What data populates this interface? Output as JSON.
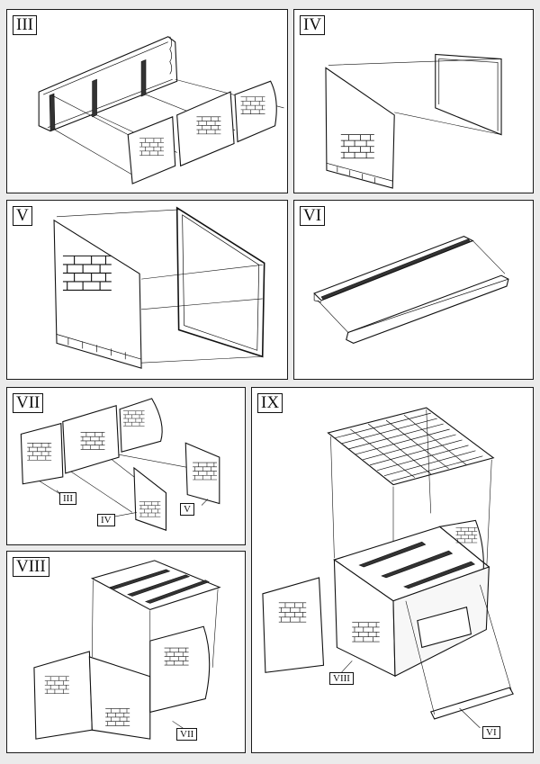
{
  "steps": [
    {
      "id": "iii",
      "label": "III"
    },
    {
      "id": "iv",
      "label": "IV"
    },
    {
      "id": "v",
      "label": "V"
    },
    {
      "id": "vi",
      "label": "VI"
    },
    {
      "id": "vii",
      "label": "VII"
    },
    {
      "id": "viii",
      "label": "VIII"
    },
    {
      "id": "ix",
      "label": "IX"
    }
  ],
  "callouts": {
    "vii_part_iii": "III",
    "vii_part_iv": "IV",
    "vii_part_v": "V",
    "viii_part_vii": "VII",
    "ix_part_viii": "VIII",
    "ix_part_vi": "VI"
  },
  "colors": {
    "background": "#ebebeb",
    "panel": "#ffffff",
    "line": "#111111"
  }
}
